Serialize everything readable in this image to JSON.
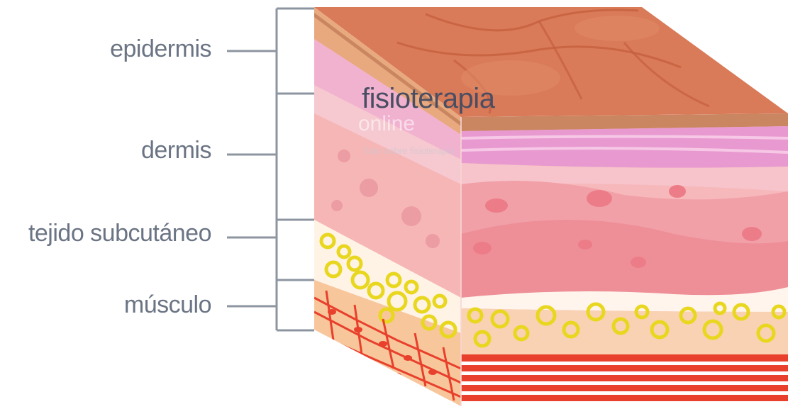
{
  "layers": {
    "epidermis": "epidermis",
    "dermis": "dermis",
    "subcutaneous": "tejido subcutáneo",
    "muscle": "músculo"
  },
  "watermark": {
    "brand": "fisioterapia",
    "word": "online",
    "tagline": "Todo sobre fisioterapia"
  },
  "colors": {
    "label_text": "#6b7484",
    "bracket_line": "#7f8794",
    "skin_top": "#d97a58",
    "epidermis_band": "#e9a57a",
    "dermis_pink": "#f3b6bd",
    "subcutaneous_band": "#f28c93",
    "fat_cells": "#e8dc1e",
    "muscle_red": "#e8402c"
  }
}
